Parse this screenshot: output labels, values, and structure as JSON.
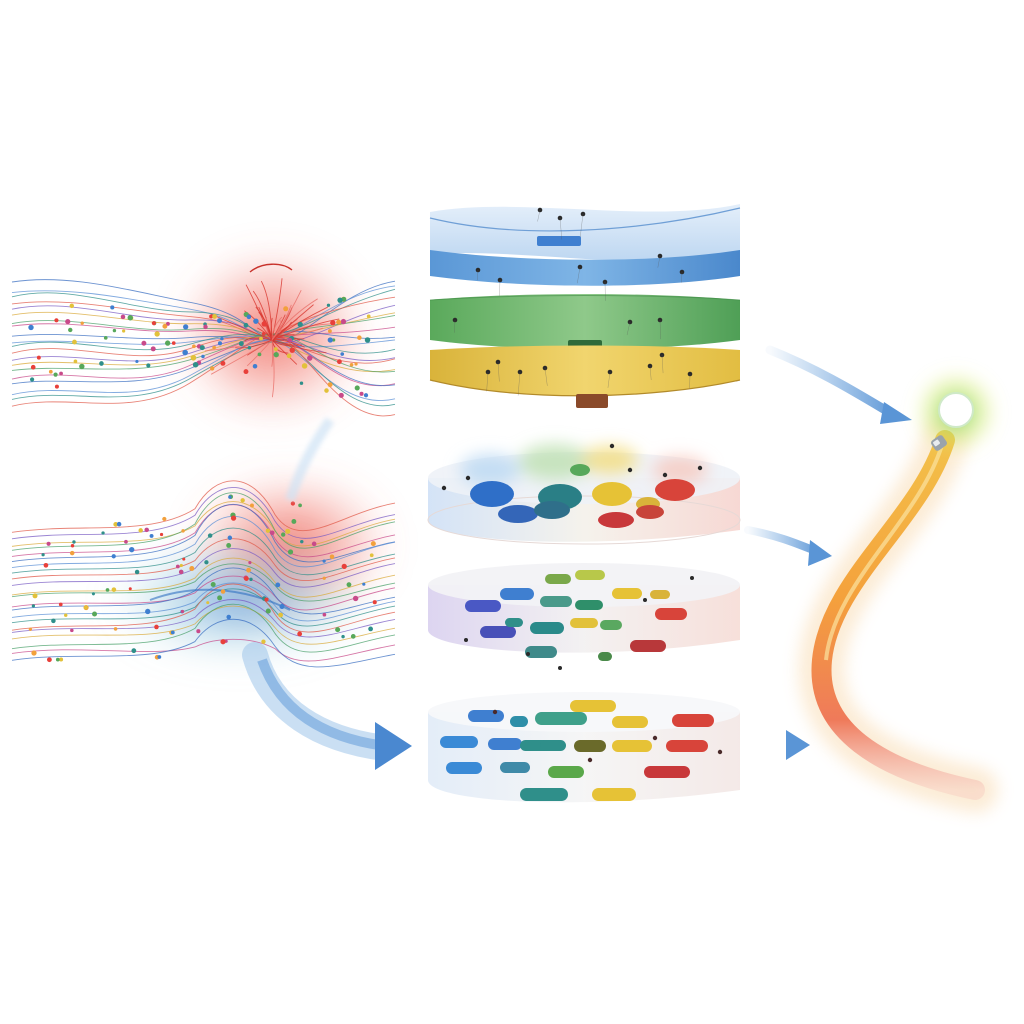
{
  "diagram": {
    "colors": {
      "background": "#ffffff",
      "red": "#e8403a",
      "blue": "#3f7fd0",
      "green": "#57a85a",
      "yellow": "#e2c13a",
      "teal": "#2f8f8a",
      "orange": "#f2a03c",
      "arrow": "#6aa2dc"
    },
    "nodes": [
      {
        "name": "entangled-wave-bundle",
        "kind": "line-bundle",
        "glow": "red"
      },
      {
        "name": "mixed-wave-bundle",
        "kind": "line-bundle",
        "glow": "red-blue"
      },
      {
        "name": "blue-layer",
        "kind": "curved-band",
        "color": "blue"
      },
      {
        "name": "green-layer",
        "kind": "curved-band",
        "color": "green"
      },
      {
        "name": "yellow-layer",
        "kind": "curved-band",
        "color": "yellow"
      },
      {
        "name": "clustered-blob-disc",
        "kind": "disc"
      },
      {
        "name": "scattered-pill-disc",
        "kind": "disc"
      },
      {
        "name": "ordered-pill-disc",
        "kind": "disc"
      },
      {
        "name": "output-trajectory",
        "kind": "gradient-path"
      },
      {
        "name": "trajectory-endpoint",
        "kind": "glowing-node",
        "glow": "green"
      }
    ],
    "edges": [
      {
        "from": "mixed-wave-bundle",
        "to": "ordered-pill-disc"
      },
      {
        "from": "yellow-layer",
        "to": "trajectory-endpoint"
      },
      {
        "from": "clustered-blob-disc",
        "to": "output-trajectory"
      },
      {
        "from": "ordered-pill-disc",
        "to": "output-trajectory"
      }
    ]
  }
}
